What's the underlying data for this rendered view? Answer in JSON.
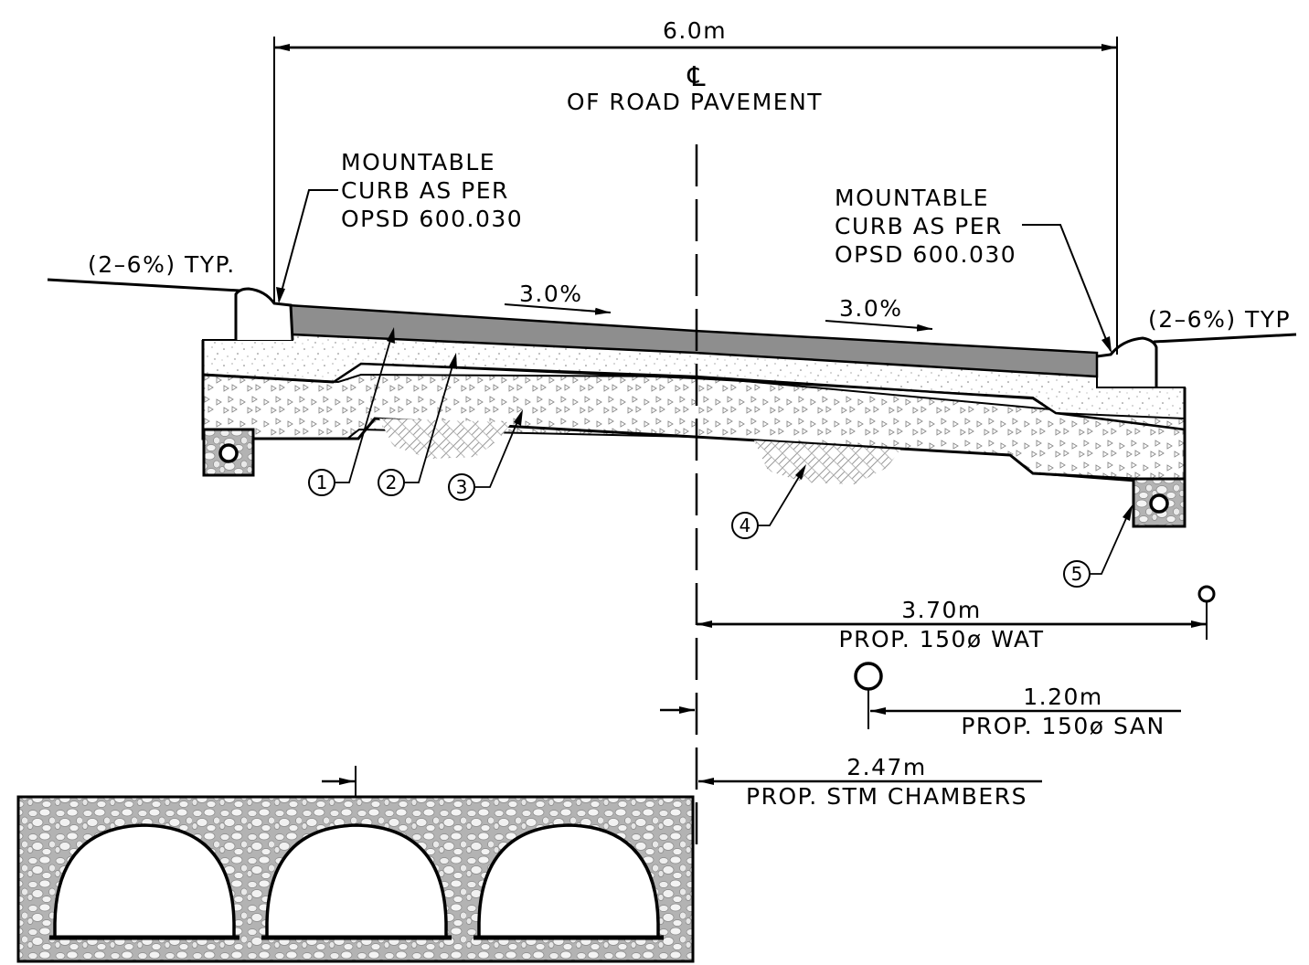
{
  "dimensions": {
    "overall_width": "6.0m",
    "water_offset": "3.70m",
    "sanitary_offset": "1.20m",
    "storm_offset": "2.47m"
  },
  "centerline": {
    "symbol": "℄",
    "label": "OF ROAD PAVEMENT"
  },
  "curb_left": {
    "lines": [
      "MOUNTABLE",
      "CURB AS PER",
      "OPSD 600.030"
    ]
  },
  "curb_right": {
    "lines": [
      "MOUNTABLE",
      "CURB AS PER",
      "OPSD 600.030"
    ]
  },
  "boulevard_slope_left": "(2–6%) TYP.",
  "boulevard_slope_right": "(2–6%) TYP",
  "crossfall_left": "3.0%",
  "crossfall_right": "3.0%",
  "callouts": [
    "1",
    "2",
    "3",
    "4",
    "5"
  ],
  "services": {
    "water": "PROP. 150ø WAT",
    "sanitary": "PROP. 150ø SAN",
    "storm": "PROP. STM CHAMBERS"
  }
}
